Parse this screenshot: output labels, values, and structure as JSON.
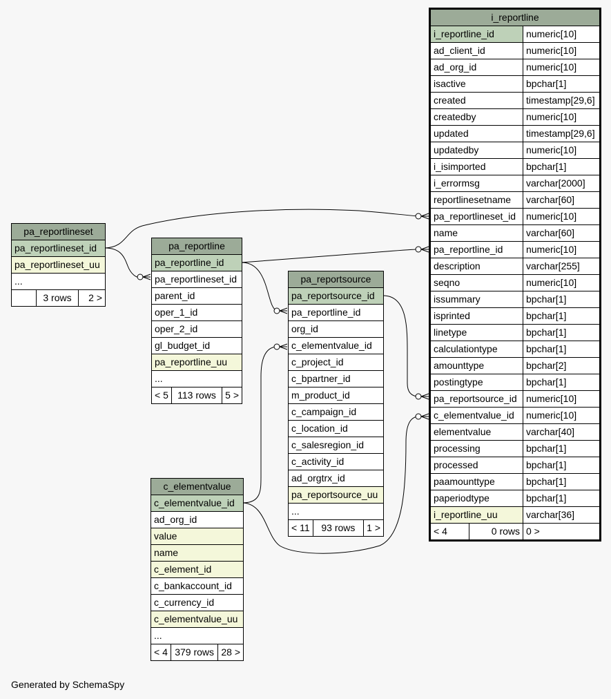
{
  "caption": "Generated by SchemaSpy",
  "tables": {
    "pa_reportlineset": {
      "title": "pa_reportlineset",
      "rows": [
        {
          "name": "pa_reportlineset_id",
          "kind": "pk"
        },
        {
          "name": "pa_reportlineset_uu",
          "kind": "uu"
        },
        {
          "name": "...",
          "kind": "more"
        }
      ],
      "footer": [
        "",
        "3 rows",
        "2 >"
      ]
    },
    "pa_reportline": {
      "title": "pa_reportline",
      "rows": [
        {
          "name": "pa_reportline_id",
          "kind": "pk"
        },
        {
          "name": "pa_reportlineset_id",
          "kind": "col"
        },
        {
          "name": "parent_id",
          "kind": "col"
        },
        {
          "name": "oper_1_id",
          "kind": "col"
        },
        {
          "name": "oper_2_id",
          "kind": "col"
        },
        {
          "name": "gl_budget_id",
          "kind": "col"
        },
        {
          "name": "pa_reportline_uu",
          "kind": "uu"
        },
        {
          "name": "...",
          "kind": "more"
        }
      ],
      "footer": [
        "< 5",
        "113 rows",
        "5 >"
      ]
    },
    "pa_reportsource": {
      "title": "pa_reportsource",
      "rows": [
        {
          "name": "pa_reportsource_id",
          "kind": "pk"
        },
        {
          "name": "pa_reportline_id",
          "kind": "col"
        },
        {
          "name": "org_id",
          "kind": "col"
        },
        {
          "name": "c_elementvalue_id",
          "kind": "col"
        },
        {
          "name": "c_project_id",
          "kind": "col"
        },
        {
          "name": "c_bpartner_id",
          "kind": "col"
        },
        {
          "name": "m_product_id",
          "kind": "col"
        },
        {
          "name": "c_campaign_id",
          "kind": "col"
        },
        {
          "name": "c_location_id",
          "kind": "col"
        },
        {
          "name": "c_salesregion_id",
          "kind": "col"
        },
        {
          "name": "c_activity_id",
          "kind": "col"
        },
        {
          "name": "ad_orgtrx_id",
          "kind": "col"
        },
        {
          "name": "pa_reportsource_uu",
          "kind": "uu"
        },
        {
          "name": "...",
          "kind": "more"
        }
      ],
      "footer": [
        "< 11",
        "93 rows",
        "1 >"
      ]
    },
    "c_elementvalue": {
      "title": "c_elementvalue",
      "rows": [
        {
          "name": "c_elementvalue_id",
          "kind": "pk"
        },
        {
          "name": "ad_org_id",
          "kind": "col"
        },
        {
          "name": "value",
          "kind": "uu"
        },
        {
          "name": "name",
          "kind": "uu"
        },
        {
          "name": "c_element_id",
          "kind": "uu"
        },
        {
          "name": "c_bankaccount_id",
          "kind": "col"
        },
        {
          "name": "c_currency_id",
          "kind": "col"
        },
        {
          "name": "c_elementvalue_uu",
          "kind": "uu"
        },
        {
          "name": "...",
          "kind": "more"
        }
      ],
      "footer": [
        "< 4",
        "379 rows",
        "28 >"
      ]
    },
    "i_reportline": {
      "title": "i_reportline",
      "rows": [
        {
          "name": "i_reportline_id",
          "type": "numeric[10]",
          "kind": "pk"
        },
        {
          "name": "ad_client_id",
          "type": "numeric[10]",
          "kind": "col"
        },
        {
          "name": "ad_org_id",
          "type": "numeric[10]",
          "kind": "col"
        },
        {
          "name": "isactive",
          "type": "bpchar[1]",
          "kind": "col"
        },
        {
          "name": "created",
          "type": "timestamp[29,6]",
          "kind": "col"
        },
        {
          "name": "createdby",
          "type": "numeric[10]",
          "kind": "col"
        },
        {
          "name": "updated",
          "type": "timestamp[29,6]",
          "kind": "col"
        },
        {
          "name": "updatedby",
          "type": "numeric[10]",
          "kind": "col"
        },
        {
          "name": "i_isimported",
          "type": "bpchar[1]",
          "kind": "col"
        },
        {
          "name": "i_errormsg",
          "type": "varchar[2000]",
          "kind": "col"
        },
        {
          "name": "reportlinesetname",
          "type": "varchar[60]",
          "kind": "col"
        },
        {
          "name": "pa_reportlineset_id",
          "type": "numeric[10]",
          "kind": "col"
        },
        {
          "name": "name",
          "type": "varchar[60]",
          "kind": "col"
        },
        {
          "name": "pa_reportline_id",
          "type": "numeric[10]",
          "kind": "col"
        },
        {
          "name": "description",
          "type": "varchar[255]",
          "kind": "col"
        },
        {
          "name": "seqno",
          "type": "numeric[10]",
          "kind": "col"
        },
        {
          "name": "issummary",
          "type": "bpchar[1]",
          "kind": "col"
        },
        {
          "name": "isprinted",
          "type": "bpchar[1]",
          "kind": "col"
        },
        {
          "name": "linetype",
          "type": "bpchar[1]",
          "kind": "col"
        },
        {
          "name": "calculationtype",
          "type": "bpchar[1]",
          "kind": "col"
        },
        {
          "name": "amounttype",
          "type": "bpchar[2]",
          "kind": "col"
        },
        {
          "name": "postingtype",
          "type": "bpchar[1]",
          "kind": "col"
        },
        {
          "name": "pa_reportsource_id",
          "type": "numeric[10]",
          "kind": "col"
        },
        {
          "name": "c_elementvalue_id",
          "type": "numeric[10]",
          "kind": "col"
        },
        {
          "name": "elementvalue",
          "type": "varchar[40]",
          "kind": "col"
        },
        {
          "name": "processing",
          "type": "bpchar[1]",
          "kind": "col"
        },
        {
          "name": "processed",
          "type": "bpchar[1]",
          "kind": "col"
        },
        {
          "name": "paamounttype",
          "type": "bpchar[1]",
          "kind": "col"
        },
        {
          "name": "paperiodtype",
          "type": "bpchar[1]",
          "kind": "col"
        },
        {
          "name": "i_reportline_uu",
          "type": "varchar[36]",
          "kind": "uu"
        }
      ],
      "footer": [
        "< 4",
        "0 rows",
        "0 >"
      ]
    }
  },
  "colors": {
    "header": "#9cab98",
    "primary_key": "#bed1b8",
    "unique_key": "#f4f7da",
    "background": "#f7f7f7"
  }
}
